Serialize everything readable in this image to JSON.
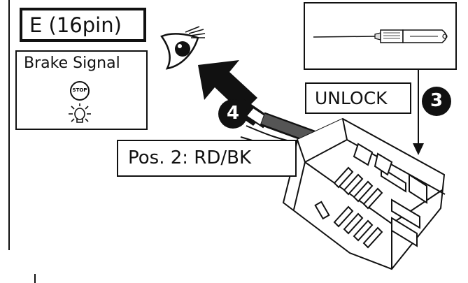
{
  "connector_label": "E (16pin)",
  "signal": {
    "label": "Brake Signal",
    "stop_text": "STOP"
  },
  "unlock_label": "UNLOCK",
  "steps": {
    "step3": "3",
    "step4": "4"
  },
  "position_label": "Pos. 2: RD/BK",
  "colors": {
    "ink": "#111111",
    "wire": "#555555",
    "background": "#ffffff"
  },
  "icons": [
    "eye-icon",
    "stop-icon",
    "bulb-icon",
    "tool-icon",
    "arrow-icon",
    "connector-icon"
  ]
}
